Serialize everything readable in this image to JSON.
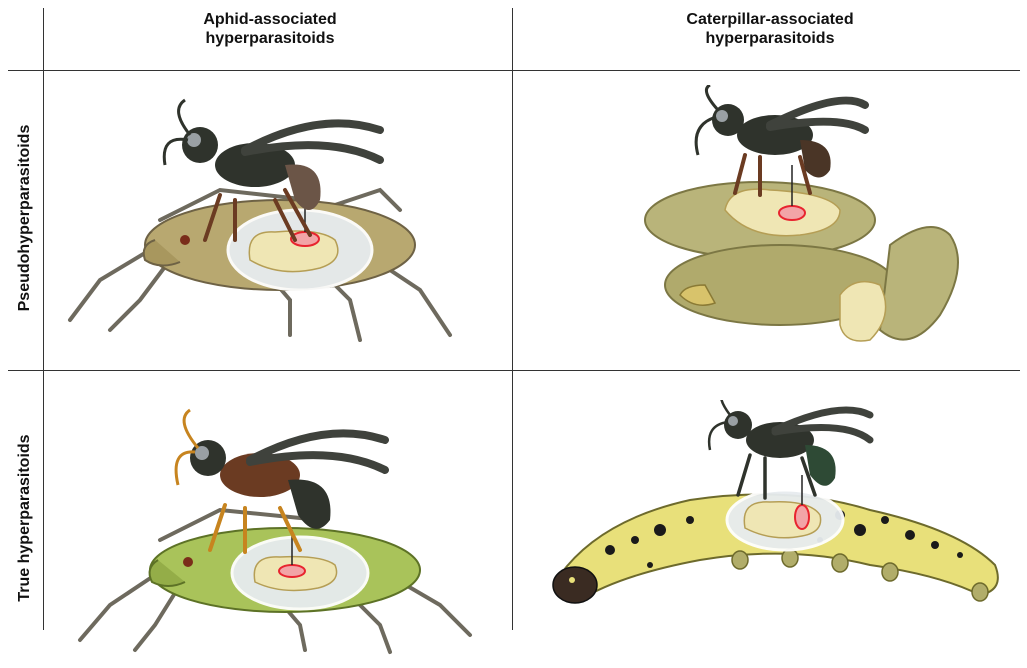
{
  "columns": {
    "aphid": [
      "Aphid-associated",
      "hyperparasitoids"
    ],
    "caterpillar": [
      "Caterpillar-associated",
      "hyperparasitoids"
    ]
  },
  "rows": {
    "pseudo": "Pseudohyperparasitoids",
    "true": "True hyperparasitoids"
  },
  "colors": {
    "wasp_dark": "#2f332c",
    "wasp_brown": "#6b3b22",
    "wasp_orange": "#c7841f",
    "aphid_mummy": "#b8a870",
    "aphid_green": "#a9c35a",
    "cocoon": "#b9b47a",
    "larva": "#efe6b4",
    "egg_red": "#e8242f",
    "caterpillar_yellow": "#e8e07a",
    "spot_black": "#1a1a1a"
  }
}
